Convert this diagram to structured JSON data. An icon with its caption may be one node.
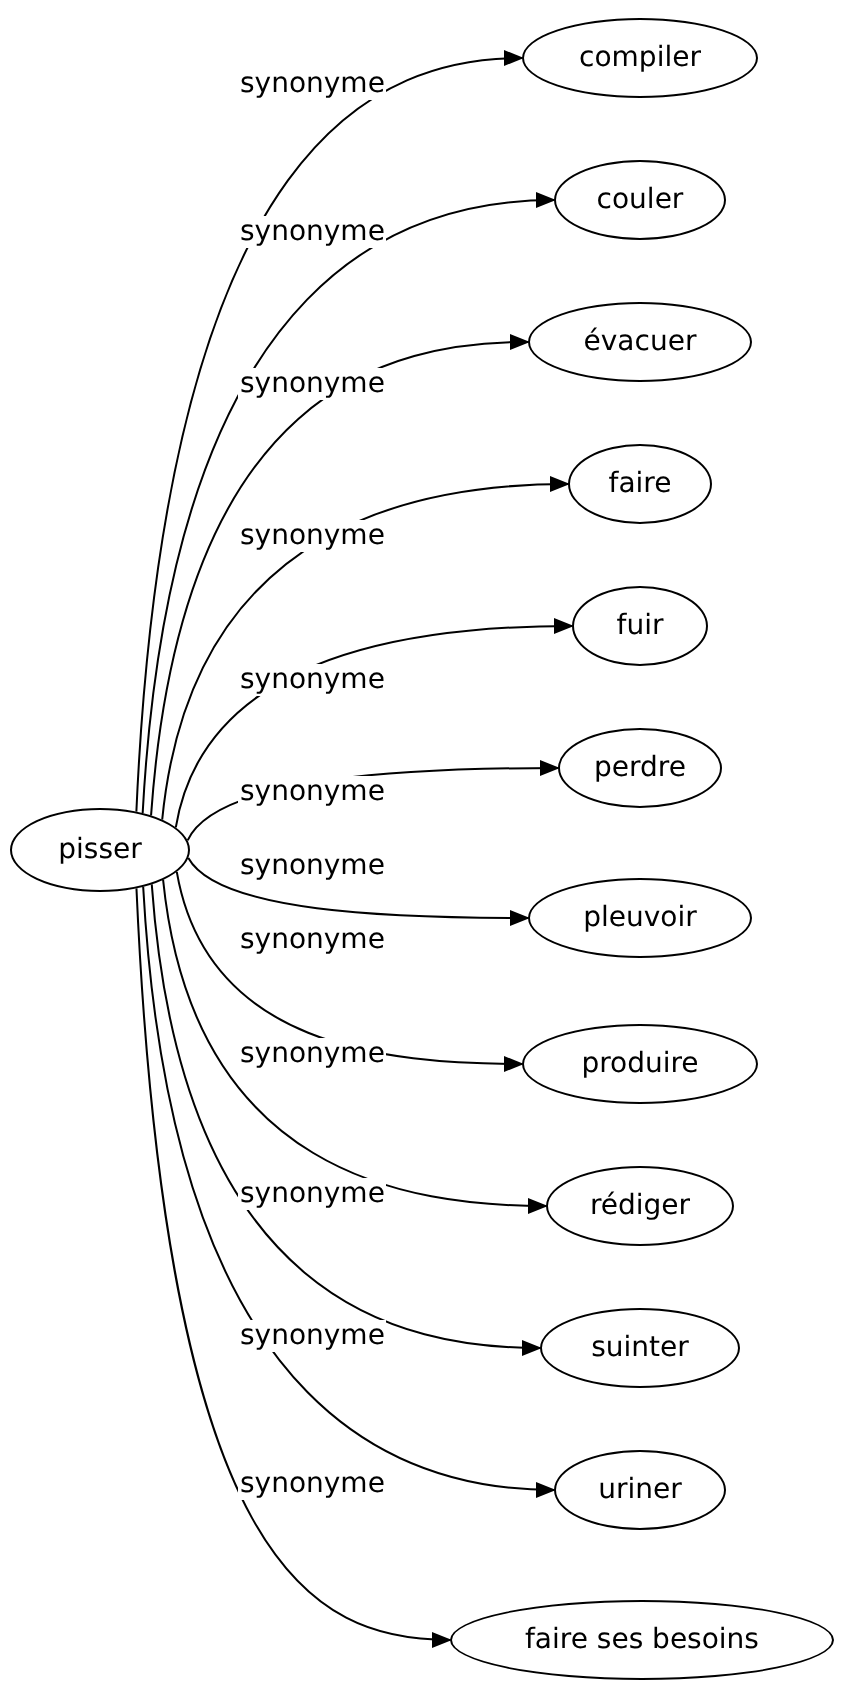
{
  "diagram": {
    "nodes": [
      {
        "text": [
          "pisser"
        ]
      },
      {
        "text": [
          "compiler"
        ]
      },
      {
        "text": [
          "couler"
        ]
      },
      {
        "text": [
          "évacuer"
        ]
      },
      {
        "text": [
          "faire"
        ]
      },
      {
        "text": [
          "fuir"
        ]
      },
      {
        "text": [
          "perdre"
        ]
      },
      {
        "text": [
          "pleuvoir"
        ]
      },
      {
        "text": [
          "produire"
        ]
      },
      {
        "text": [
          "rédiger"
        ]
      },
      {
        "text": [
          "suinter"
        ]
      },
      {
        "text": [
          "uriner"
        ]
      },
      {
        "text": [
          "faire ses besoins"
        ]
      }
    ],
    "edges": [
      {
        "from": 0,
        "to": 1,
        "arrow": "to",
        "label": "synonyme"
      },
      {
        "from": 0,
        "to": 2,
        "arrow": "to",
        "label": "synonyme"
      },
      {
        "from": 0,
        "to": 3,
        "arrow": "to",
        "label": "synonyme"
      },
      {
        "from": 0,
        "to": 4,
        "arrow": "to",
        "label": "synonyme"
      },
      {
        "from": 0,
        "to": 5,
        "arrow": "to",
        "label": "synonyme"
      },
      {
        "from": 0,
        "to": 6,
        "arrow": "to",
        "label": "synonyme"
      },
      {
        "from": 0,
        "to": 7,
        "arrow": "to",
        "label": "synonyme"
      },
      {
        "from": 0,
        "to": 8,
        "arrow": "to",
        "label": "synonyme"
      },
      {
        "from": 0,
        "to": 9,
        "arrow": "to",
        "label": "synonyme"
      },
      {
        "from": 0,
        "to": 10,
        "arrow": "to",
        "label": "synonyme"
      },
      {
        "from": 0,
        "to": 11,
        "arrow": "to",
        "label": "synonyme"
      },
      {
        "from": 0,
        "to": 12,
        "arrow": "to",
        "label": "synonyme"
      }
    ]
  }
}
